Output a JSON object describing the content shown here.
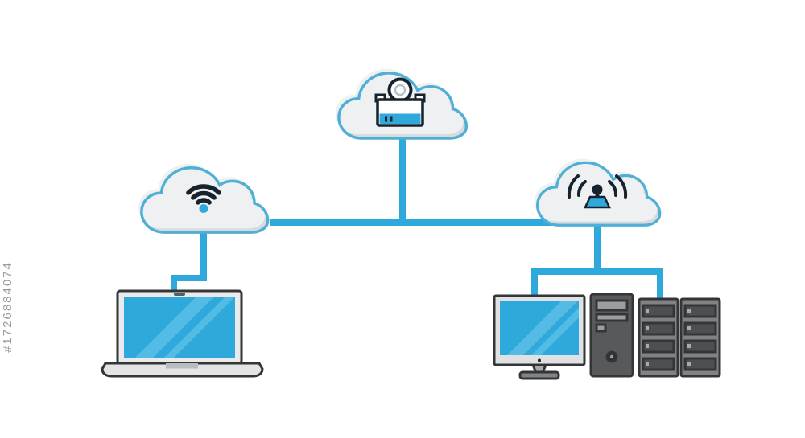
{
  "watermark": {
    "text": "#1726884074"
  },
  "colors": {
    "accent": "#2fa9dc",
    "cloud_fill": "#eef0f1",
    "cloud_shade": "#d8dbdd",
    "cloud_stroke": "#4fafd4",
    "navy": "#16222e",
    "outline": "#333537",
    "screen_blue": "#2fa9dc",
    "screen_sheen": "#58bfe6",
    "laptop_gray": "#e6e7e8",
    "tower_gray": "#58595b",
    "server_gray": "#808285",
    "slat_dark": "#4d4f52",
    "panel_light": "#9b9ea0",
    "watermark_gray": "#9b9b9b"
  },
  "diagram": {
    "title": "Cloud computing network diagram illustration",
    "nodes": [
      {
        "id": "cloud-camera",
        "icon": "camera-icon",
        "position": "top-center"
      },
      {
        "id": "cloud-wifi",
        "icon": "wifi-icon",
        "position": "middle-left"
      },
      {
        "id": "cloud-antenna",
        "icon": "antenna-icon",
        "position": "middle-right"
      },
      {
        "id": "laptop",
        "icon": "laptop-icon",
        "position": "bottom-left"
      },
      {
        "id": "workstation",
        "icon": "desktop-and-server-icon",
        "position": "bottom-right"
      }
    ],
    "edges": [
      {
        "from": "cloud-camera",
        "to": "bus-line"
      },
      {
        "from": "cloud-wifi",
        "to": "bus-line"
      },
      {
        "from": "cloud-antenna",
        "to": "bus-line"
      },
      {
        "from": "cloud-wifi",
        "to": "laptop"
      },
      {
        "from": "cloud-antenna",
        "to": "workstation"
      }
    ]
  }
}
